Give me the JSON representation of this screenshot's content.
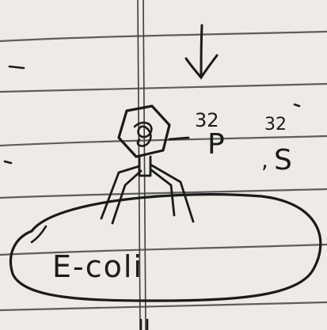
{
  "colors": {
    "paper": "#eeeae6",
    "rule_line": "#5d5d5d",
    "ink": "#1b1b1b",
    "margin_line": "#3e3e3e"
  },
  "labels": {
    "phosphorus": "32P",
    "phosphorus_mass": "32",
    "phosphorus_symbol": "P",
    "sulfur_mass": "32",
    "sulfur_prefix": ",",
    "sulfur_symbol": "S",
    "host": "E-coli",
    "host_main": "E-coli"
  },
  "figure": {
    "subject": "bacteriophage-infecting-bacterium-sketch",
    "arrow_direction": "down"
  }
}
